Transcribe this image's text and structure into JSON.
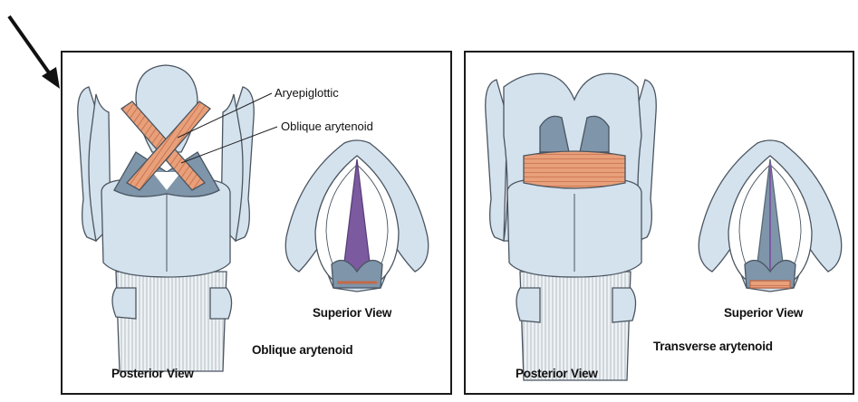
{
  "figure": {
    "left_panel": {
      "callouts": [
        "Aryepiglottic",
        "Oblique arytenoid"
      ],
      "posterior_caption": "Posterior View",
      "superior_caption": "Superior View",
      "muscle_caption": "Oblique arytenoid"
    },
    "right_panel": {
      "posterior_caption": "Posterior View",
      "superior_caption": "Superior View",
      "muscle_caption": "Transverse arytenoid"
    }
  },
  "colors": {
    "cartilage": "#d4e2ee",
    "cartilage_outline": "#4a5560",
    "muscle": "#e8a07a",
    "muscle_stripe": "#c26a48",
    "vocal_fold": "#7c5aa0",
    "dark_tissue": "#7e95aa"
  },
  "icons": [
    "arrow-pointer-icon"
  ]
}
